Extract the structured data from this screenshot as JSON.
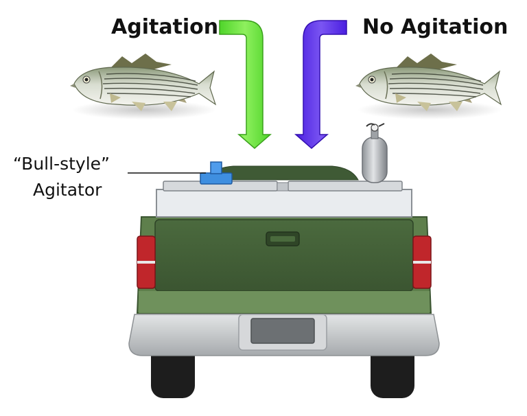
{
  "labels": {
    "left_title": "Agitation",
    "right_title": "No Agitation",
    "agitator_line1": "“Bull-style”",
    "agitator_line2": "Agitator"
  },
  "colors": {
    "agitation_arrow": "#66e03a",
    "no_agitation_arrow": "#5a2ee6",
    "agitator": "#3f8fe0",
    "truck_body": "#5e7f4c",
    "truck_shadow": "#3e5a34",
    "tank": "#e9ecef",
    "bumper": "#c9ccce",
    "taillight": "#c0262b",
    "cylinder": "#b9bcc0"
  },
  "icons": {
    "fish_left": "striped-bass-icon",
    "fish_right": "striped-bass-icon",
    "truck": "pickup-truck-icon",
    "oxygen": "oxygen-cylinder-icon"
  }
}
